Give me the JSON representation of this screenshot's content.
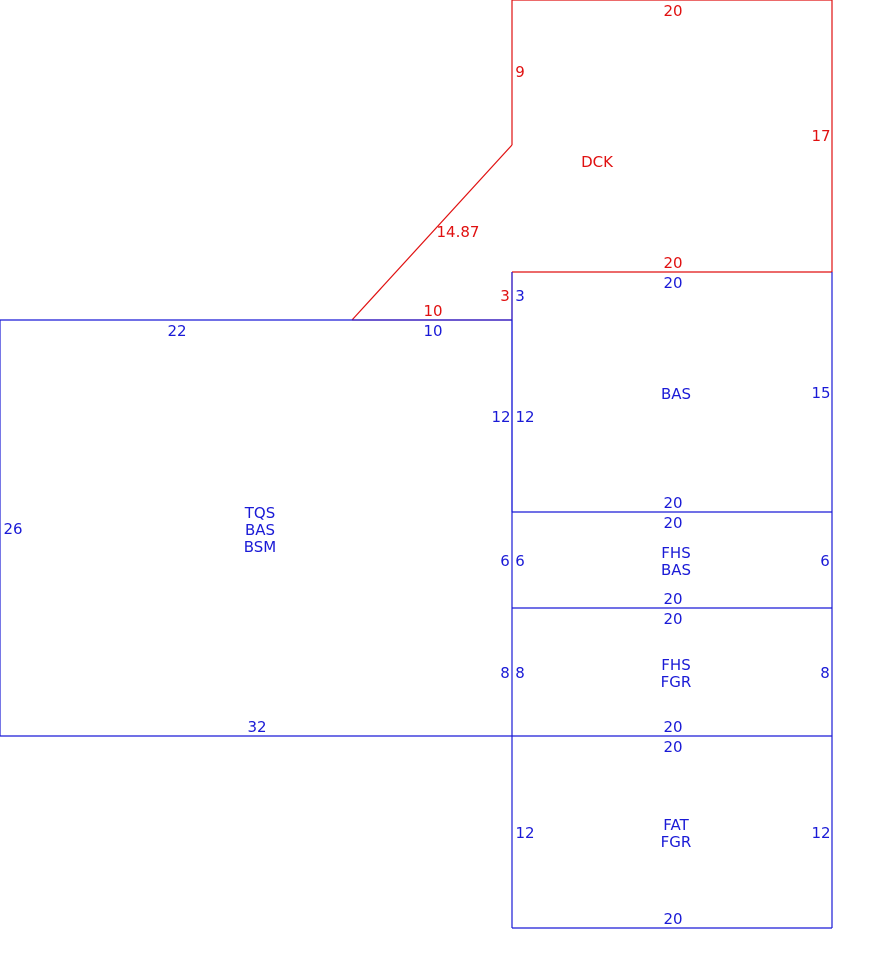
{
  "colors": {
    "main": "#1a1ad6",
    "deck": "#e01010"
  },
  "areas": {
    "main_line1": "TQS",
    "main_line2": "BAS",
    "main_line3": "BSM",
    "bas": "BAS",
    "fhs_bas_line1": "FHS",
    "fhs_bas_line2": "BAS",
    "fhs_fgr_line1": "FHS",
    "fhs_fgr_line2": "FGR",
    "fat_line1": "FAT",
    "fat_line2": "FGR",
    "dck": "DCK"
  },
  "dimensions": {
    "deck_top": "20",
    "deck_left_upper": "9",
    "deck_right": "17",
    "deck_diagonal": "14.87",
    "deck_bottom": "20",
    "deck_step_short": "3",
    "deck_step_long": "10",
    "bas_top": "20",
    "bas_step_short": "3",
    "bas_right": "15",
    "bas_left_outer": "12",
    "bas_left_inner": "12",
    "bas_bottom": "20",
    "main_top": "22",
    "main_top_right": "10",
    "main_left": "26",
    "main_bottom": "32",
    "fhs_bas_top": "20",
    "fhs_bas_left_outer": "6",
    "fhs_bas_left_inner": "6",
    "fhs_bas_right": "6",
    "fhs_bas_bottom": "20",
    "fhs_fgr_top": "20",
    "fhs_fgr_left_outer": "8",
    "fhs_fgr_left_inner": "8",
    "fhs_fgr_right": "8",
    "fhs_fgr_bottom": "20",
    "fat_top": "20",
    "fat_left": "12",
    "fat_right": "12",
    "fat_bottom": "20"
  }
}
